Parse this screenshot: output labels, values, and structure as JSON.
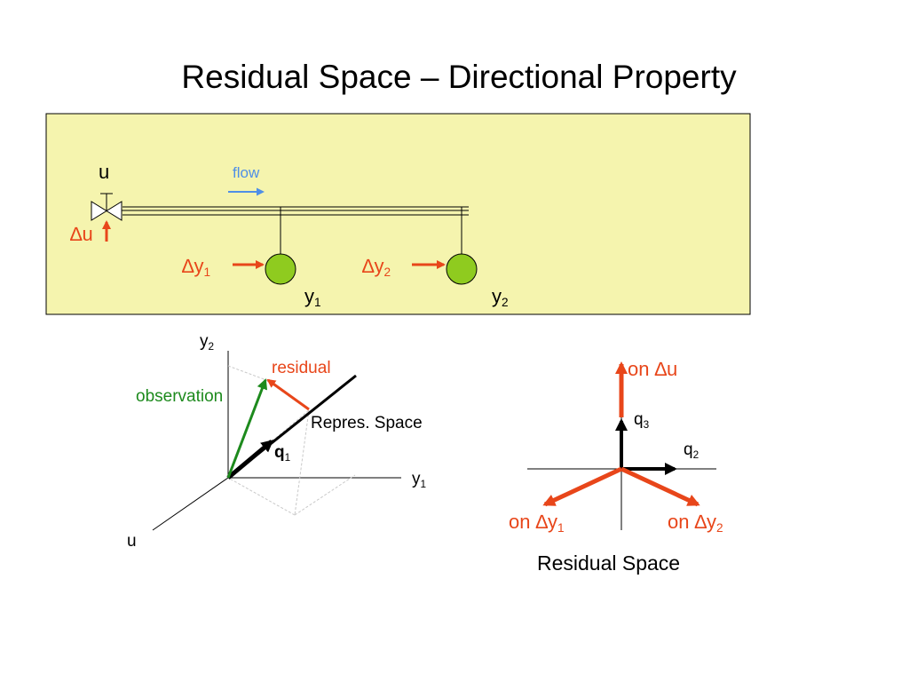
{
  "title": "Residual Space – Directional Property",
  "process": {
    "input_label": "u",
    "input_delta_label": "∆u",
    "flow_label": "flow",
    "sensors": [
      {
        "delta_main": "∆y",
        "delta_sub": "1",
        "main": "y",
        "sub": "1"
      },
      {
        "delta_main": "∆y",
        "delta_sub": "2",
        "main": "y",
        "sub": "2"
      }
    ]
  },
  "space_diagram": {
    "axis_y2": {
      "main": "y",
      "sub": "2"
    },
    "axis_y1": {
      "main": "y",
      "sub": "1"
    },
    "axis_u": "u",
    "residual_label": "residual",
    "observation_label": "observation",
    "repres_label": "Repres. Space",
    "q1": {
      "main": "q",
      "sub": "1"
    }
  },
  "residual_space": {
    "on_u": {
      "prefix": "on ∆u"
    },
    "on_y1": {
      "main": "on ∆y",
      "sub": "1"
    },
    "on_y2": {
      "main": "on ∆y",
      "sub": "2"
    },
    "q3": {
      "main": "q",
      "sub": "3"
    },
    "q2": {
      "main": "q",
      "sub": "2"
    },
    "caption": "Residual Space"
  },
  "colors": {
    "panel_bg": "#f5f4ae",
    "red": "#e8461a",
    "green": "#1d8a1d",
    "sensor_fill": "#8fcb1f",
    "flow_blue": "#4f8fe6"
  }
}
